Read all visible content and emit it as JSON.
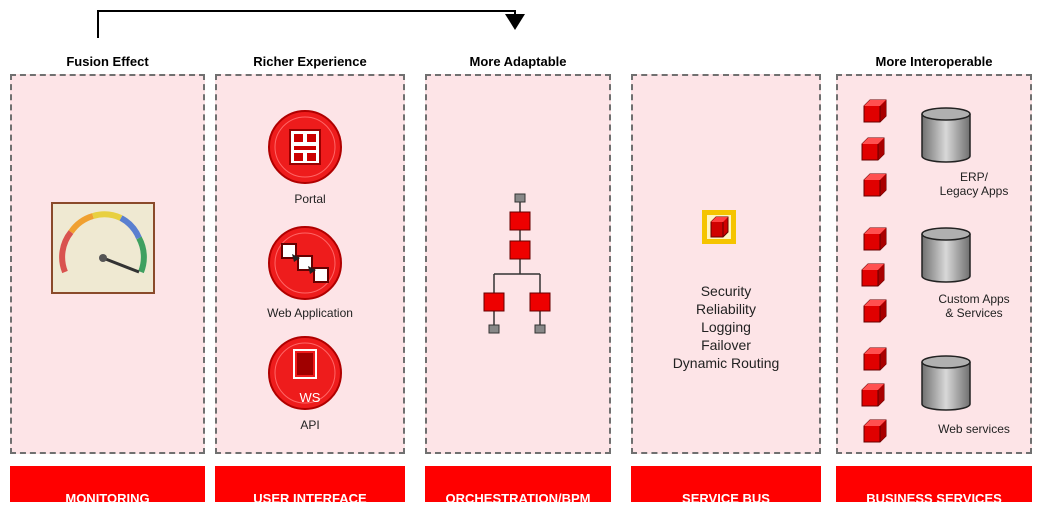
{
  "columns": [
    {
      "id": "monitoring",
      "title": "Fusion Effect",
      "footer": "MONITORING"
    },
    {
      "id": "ui",
      "title": "Richer Experience",
      "footer": "USER INTERFACE"
    },
    {
      "id": "bpm",
      "title": "More Adaptable",
      "footer": "ORCHESTRATION/BPM"
    },
    {
      "id": "bus",
      "title": "",
      "footer": "SERVICE BUS"
    },
    {
      "id": "biz",
      "title": "More Interoperable",
      "footer": "BUSINESS SERVICES"
    }
  ],
  "ui_items": [
    {
      "label": "Portal",
      "icon": "portal-icon"
    },
    {
      "label": "Web Application",
      "icon": "web-application-icon"
    },
    {
      "label": "API",
      "icon": "api-icon",
      "badge": "WS"
    }
  ],
  "service_bus_features": [
    "Security",
    "Reliability",
    "Logging",
    "Failover",
    "Dynamic Routing"
  ],
  "business_services": [
    {
      "label_lines": [
        "ERP/",
        "Legacy Apps"
      ]
    },
    {
      "label_lines": [
        "Custom Apps",
        "& Services"
      ]
    },
    {
      "label_lines": [
        "Web services"
      ]
    }
  ],
  "colors": {
    "panel_bg": "#fde4e7",
    "accent": "#ff0000",
    "border": "#707070",
    "gold": "#f5c400"
  },
  "icons": [
    "gauge-icon",
    "cube-icon",
    "database-icon",
    "orchestration-tree-icon",
    "arrow-down-icon"
  ]
}
